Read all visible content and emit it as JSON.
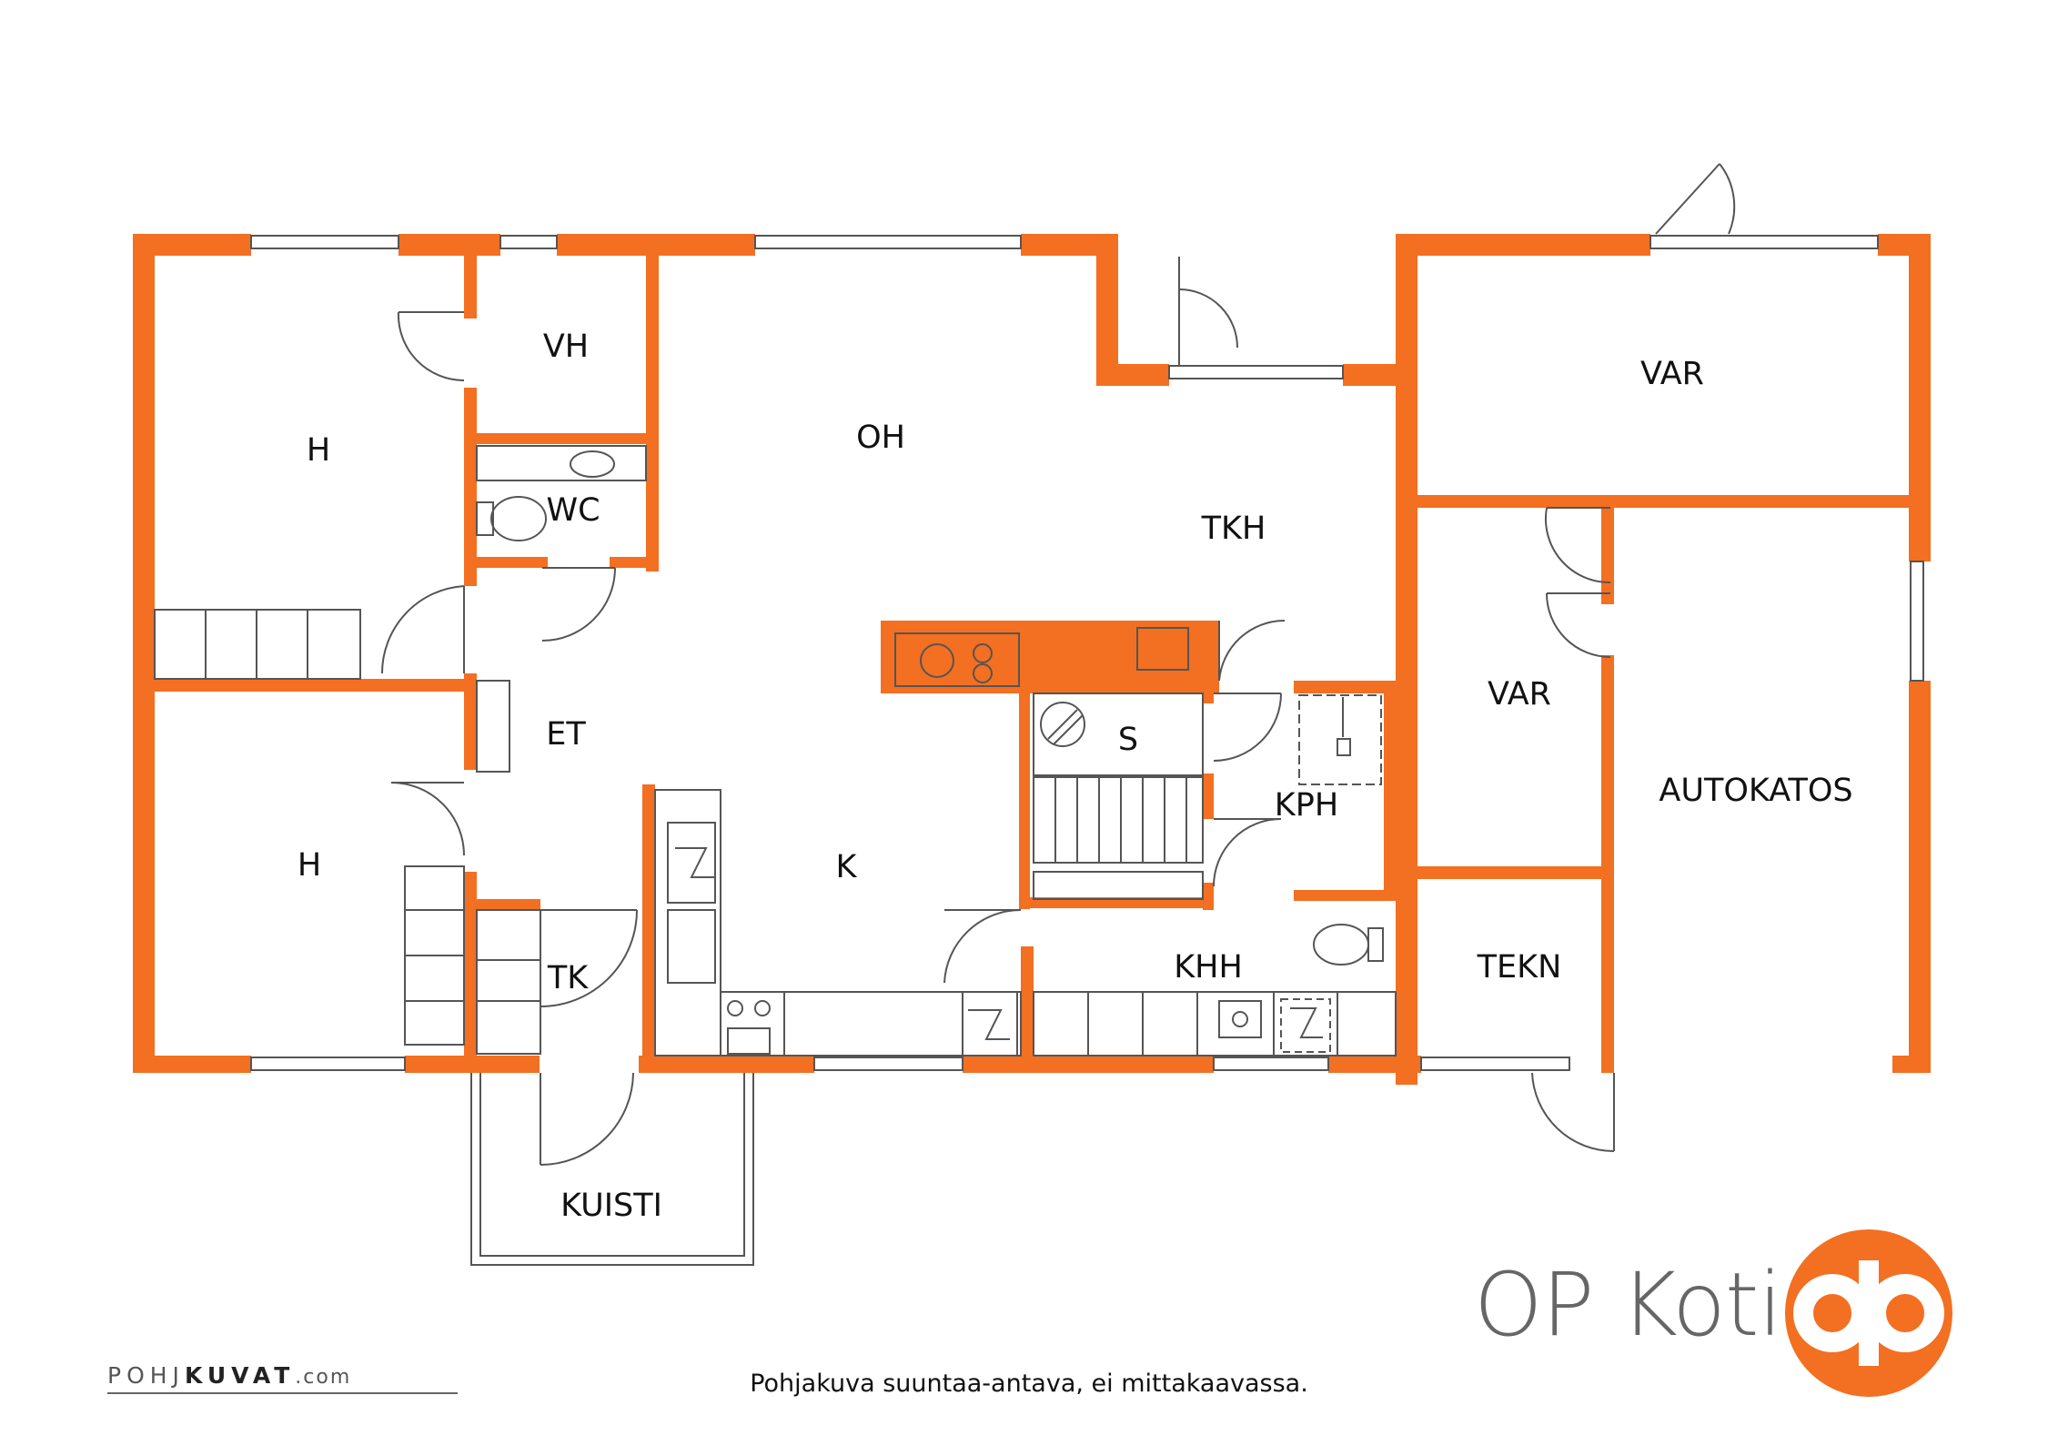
{
  "colors": {
    "wall": "#F36F21",
    "fixture": "#555555",
    "text": "#111111",
    "brand_gray": "#666666"
  },
  "rooms": {
    "vh": "VH",
    "wc": "WC",
    "oh": "OH",
    "tkh": "TKH",
    "var_top": "VAR",
    "h_top": "H",
    "et": "ET",
    "s": "S",
    "kph": "KPH",
    "var_mid": "VAR",
    "autokatos": "AUTOKATOS",
    "h_bottom": "H",
    "k": "K",
    "tk": "TK",
    "khh": "KHH",
    "tekn": "TEKN",
    "kuisti": "KUISTI"
  },
  "caption": "Pohjakuva suuntaa-antava, ei mittakaavassa.",
  "brand": {
    "name": "OP Koti",
    "logo_icon": "op-logo-icon"
  },
  "credit": {
    "part1": "POHJ",
    "part2": "KUVAT",
    "part3": ".com",
    "icon": "pohjakuvat-logo"
  }
}
